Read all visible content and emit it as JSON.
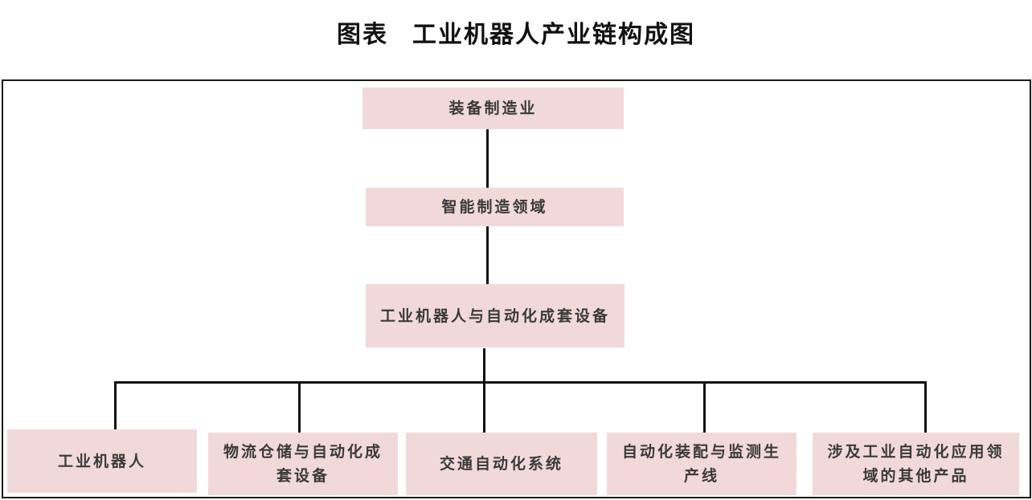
{
  "title": {
    "prefix": "图表",
    "text": "工业机器人产业链构成图"
  },
  "colors": {
    "node_fill": "#f2d9d9",
    "line": "#111111",
    "frame": "#1a1a1a"
  },
  "diagram": {
    "type": "hierarchy",
    "levels": [
      {
        "label": "装备制造业"
      },
      {
        "label": "智能制造领域"
      },
      {
        "label": "工业机器人与自动化成套设备"
      }
    ],
    "children": [
      {
        "label": "工业机器人"
      },
      {
        "label": "物流仓储与自动化成套设备"
      },
      {
        "label": "交通自动化系统"
      },
      {
        "label": "自动化装配与监测生产线"
      },
      {
        "label": "涉及工业自动化应用领域的其他产品"
      }
    ]
  }
}
